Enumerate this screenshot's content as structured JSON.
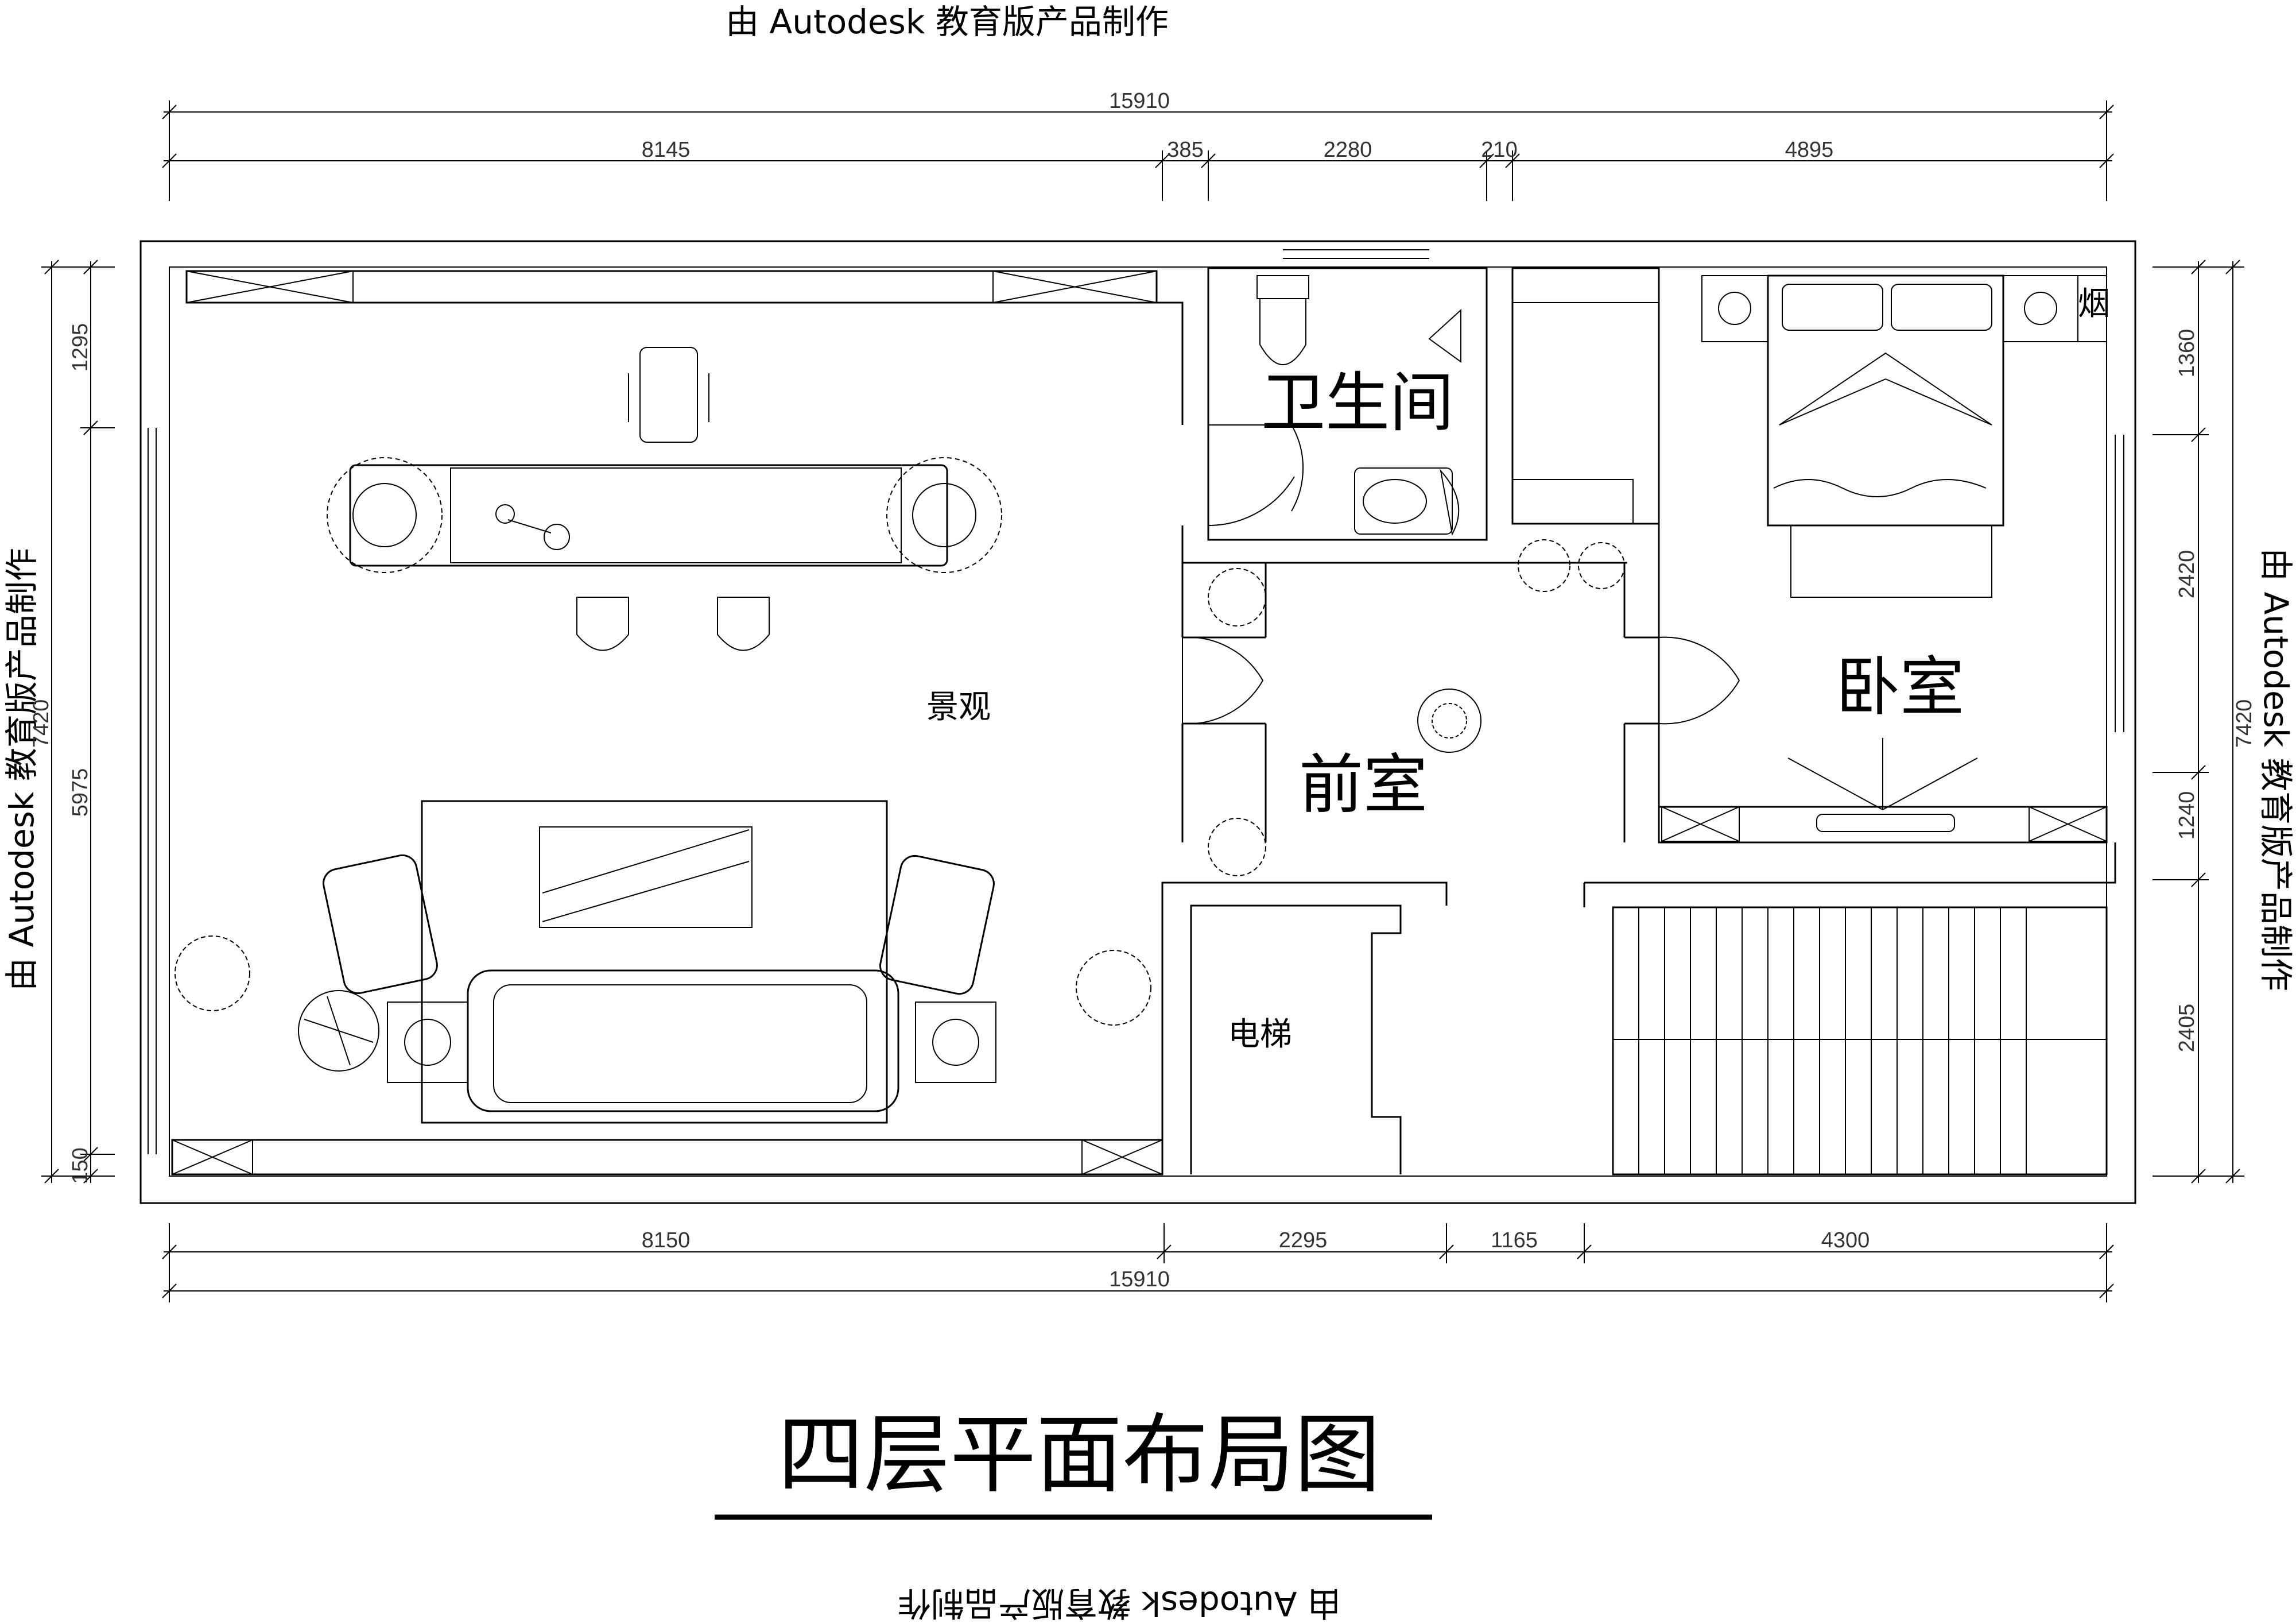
{
  "watermark": {
    "top": "由 Autodesk 教育版产品制作",
    "bottom": "由 Autodesk 教育版产品制作",
    "left": "由 Autodesk 教育版产品制作",
    "right": "由 Autodesk 教育版产品制作"
  },
  "dimensions": {
    "top_total": "15910",
    "top_segments": [
      "8145",
      "385",
      "2280",
      "210",
      "4895"
    ],
    "bottom_total": "15910",
    "bottom_segments": [
      "8150",
      "2295",
      "1165",
      "4300"
    ],
    "left_total": "7420",
    "left_segments": [
      "1295",
      "5975",
      "150"
    ],
    "right_total": "7420",
    "right_segments": [
      "1360",
      "2420",
      "1240",
      "2405"
    ]
  },
  "rooms": {
    "bathroom": "卫生间",
    "bedroom": "卧室",
    "anteroom": "前室",
    "landscape": "景观",
    "elevator": "电梯",
    "flue": "烟"
  },
  "title": "四层平面布局图"
}
